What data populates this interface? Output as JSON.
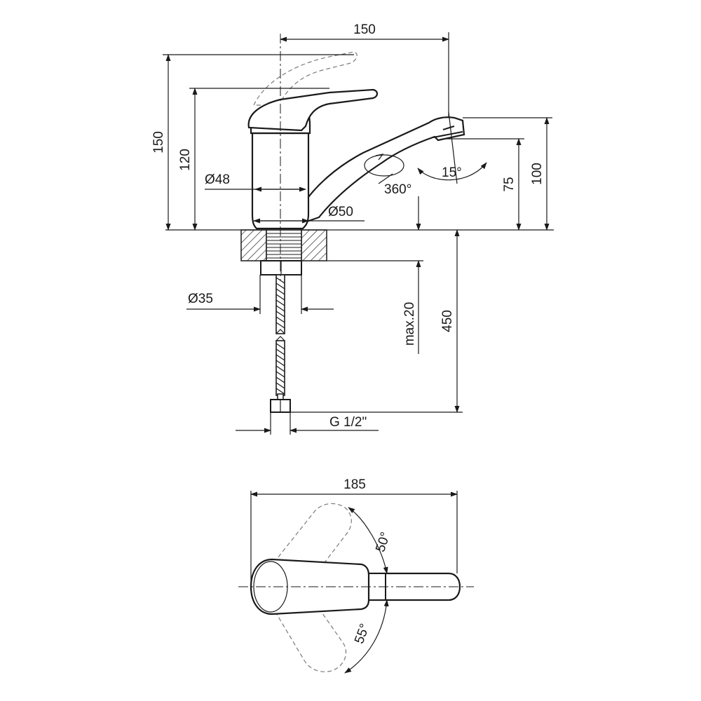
{
  "dimensions": {
    "top_width": "150",
    "total_height": "150",
    "lever_height": "120",
    "body_diameter": "Ø48",
    "base_diameter": "Ø50",
    "swivel": "360°",
    "spout_tilt": "15°",
    "spout_height_outer": "100",
    "spout_height_inner": "75",
    "thread_diameter": "Ø35",
    "max_thickness": "max.20",
    "hose_length": "450",
    "connection": "G 1/2\"",
    "plan_width": "185",
    "angle_upper": "50°",
    "angle_lower": "55°"
  },
  "colors": {
    "line": "#1a1a1a",
    "hidden_line": "#7a7a7a",
    "hatch": "#1a1a1a",
    "background": "#ffffff"
  }
}
